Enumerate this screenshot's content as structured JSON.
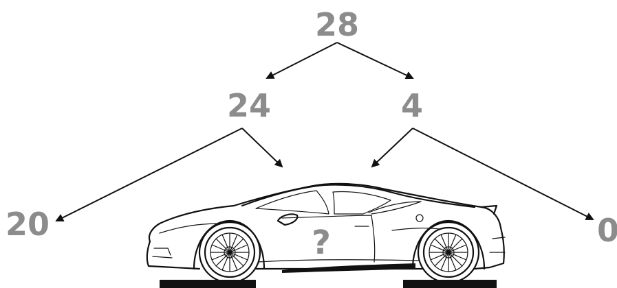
{
  "nodes": {
    "root": "28",
    "left": "24",
    "right": "4",
    "far_left": "20",
    "far_right": "0",
    "center": "?"
  },
  "colors": {
    "number": "#8c8c8c",
    "lines": "#111111",
    "background": "#ffffff"
  },
  "icons": {
    "car": "sports-car-icon"
  }
}
